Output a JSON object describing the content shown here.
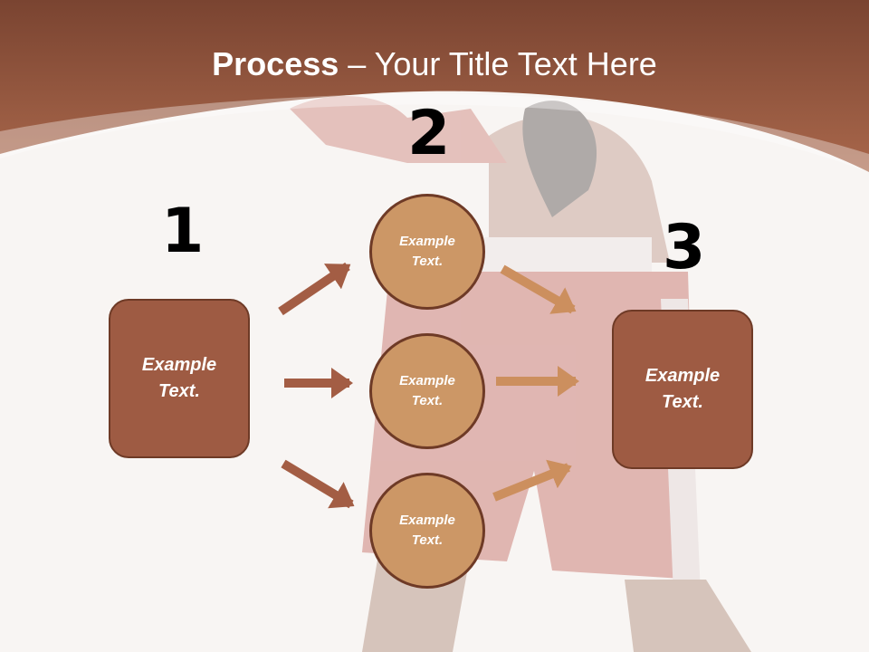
{
  "title": {
    "bold": "Process",
    "rest": " – Your Title Text Here"
  },
  "steps": {
    "one": {
      "number": "1",
      "label": "Example\nText."
    },
    "two": {
      "number": "2"
    },
    "three": {
      "number": "3",
      "label": "Example\nText."
    }
  },
  "circles": [
    {
      "label": "Example\nText."
    },
    {
      "label": "Example\nText."
    },
    {
      "label": "Example\nText."
    }
  ],
  "colors": {
    "header": "#a0583c",
    "box": "#9e5b43",
    "circle": "#cc9766",
    "arrow_left": "#a35d44",
    "arrow_right": "#cc8f5e"
  }
}
